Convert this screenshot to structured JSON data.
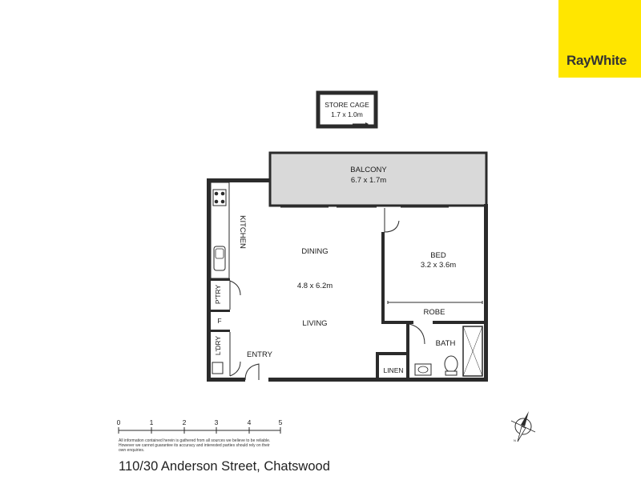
{
  "brand": {
    "name": "RayWhite",
    "color": "#ffe600"
  },
  "address": "110/30 Anderson Street, Chatswood",
  "disclaimer": "All information contained herein is gathered from all sources we believe to be reliable. However we cannot guarantee its accuracy and interested parties should rely on their own enquiries.",
  "rooms": {
    "store_cage": {
      "name": "STORE CAGE",
      "size": "1.7 x 1.0m"
    },
    "balcony": {
      "name": "BALCONY",
      "size": "6.7 x 1.7m"
    },
    "kitchen": {
      "name": "KITCHEN"
    },
    "dining": {
      "name": "DINING"
    },
    "living_size": "4.8 x 6.2m",
    "living": {
      "name": "LIVING"
    },
    "bed": {
      "name": "BED",
      "size": "3.2 x 3.6m"
    },
    "robe": {
      "name": "ROBE"
    },
    "bath": {
      "name": "BATH"
    },
    "linen": {
      "name": "LINEN"
    },
    "entry": {
      "name": "ENTRY"
    },
    "pantry": {
      "name": "P'TRY"
    },
    "fridge": {
      "name": "F"
    },
    "laundry": {
      "name": "L'DRY"
    }
  },
  "scale_bar": {
    "ticks": [
      "0",
      "1",
      "2",
      "3",
      "4",
      "5"
    ]
  },
  "compass": {
    "label": "N"
  }
}
